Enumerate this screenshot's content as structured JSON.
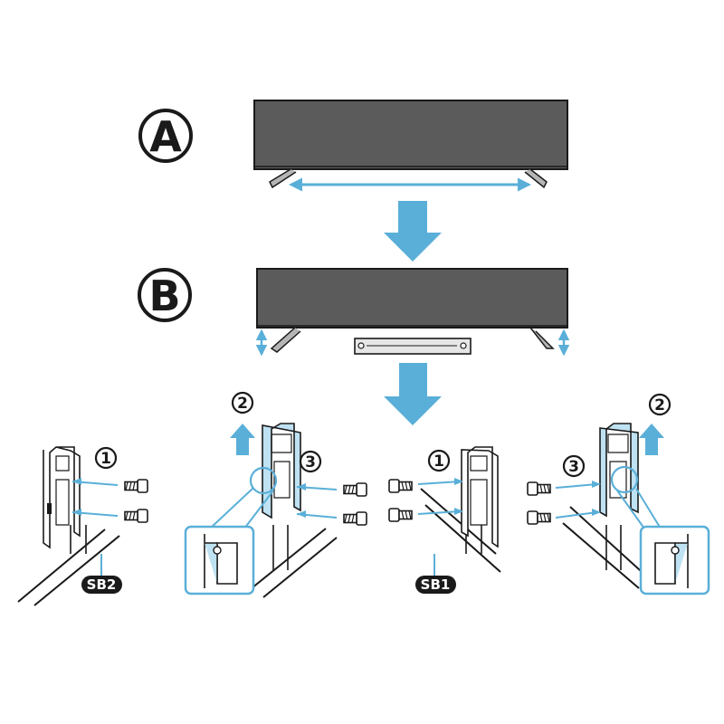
{
  "colors": {
    "accent": "#5AAFD8",
    "highlight": "#BFE2F3",
    "screen": "#5B5B5B",
    "outline": "#1A1A1A",
    "stand": "#8C8C8C"
  },
  "steps": {
    "a_label": "A",
    "b_label": "B"
  },
  "callouts": {
    "one": "1",
    "two": "2",
    "three": "3"
  },
  "tags": {
    "sb2": "SB2",
    "sb1": "SB1"
  },
  "icons": [
    "screw-icon",
    "down-arrow-icon",
    "up-arrow-icon",
    "double-arrow-icon"
  ]
}
